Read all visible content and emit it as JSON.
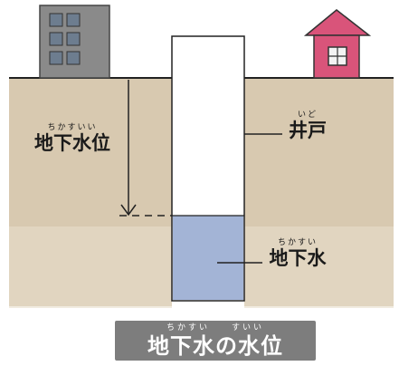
{
  "labels": {
    "water_level": {
      "ruby": "ちかすいい",
      "text": "地下水位"
    },
    "well": {
      "ruby": "いど",
      "text": "井戸"
    },
    "groundwater": {
      "ruby": "ちかすい",
      "text": "地下水"
    }
  },
  "caption": {
    "ruby": "ちかすい　　すいい",
    "text": "地下水の水位"
  },
  "colors": {
    "soil": "#d8c9b0",
    "ground_line": "#222222",
    "water": "#a3b4d6",
    "building": "#8a8a8a",
    "window": "#6d7d8f",
    "house_wall": "#d9547a",
    "house_roof": "#d9547a",
    "caption_bg": "#7d7d7d"
  }
}
